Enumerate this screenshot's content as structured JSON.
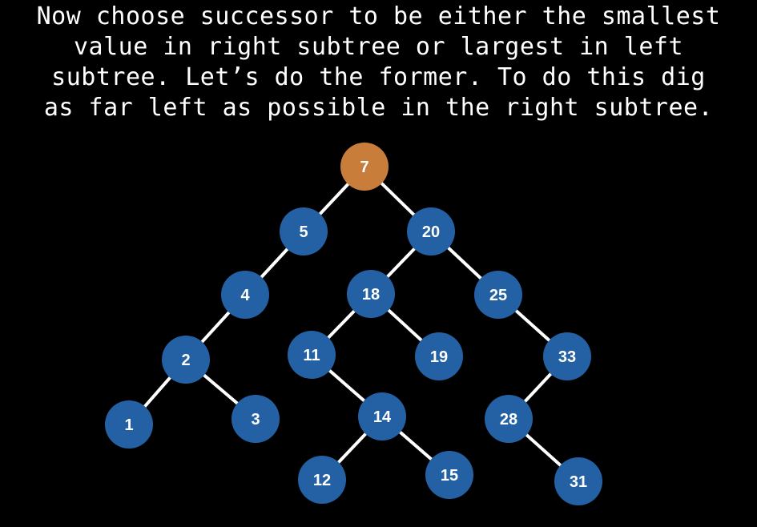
{
  "caption": {
    "lines": [
      "Now choose successor to be either the smallest",
      "value in right subtree or largest in left",
      "subtree. Let’s do the former. To do this dig",
      "as far left as possible in the right subtree."
    ]
  },
  "colors": {
    "background": "#000000",
    "node_default": "#2461a4",
    "node_highlight": "#c87d3b",
    "edge": "#ffffff",
    "text": "#ffffff"
  },
  "tree": {
    "highlighted": "7",
    "nodes": [
      "7",
      "5",
      "20",
      "4",
      "18",
      "25",
      "2",
      "11",
      "19",
      "33",
      "1",
      "3",
      "14",
      "28",
      "12",
      "15",
      "31"
    ],
    "edges": [
      [
        "7",
        "5"
      ],
      [
        "7",
        "20"
      ],
      [
        "5",
        "4"
      ],
      [
        "4",
        "2"
      ],
      [
        "2",
        "1"
      ],
      [
        "2",
        "3"
      ],
      [
        "20",
        "18"
      ],
      [
        "20",
        "25"
      ],
      [
        "18",
        "11"
      ],
      [
        "18",
        "19"
      ],
      [
        "11",
        "14"
      ],
      [
        "14",
        "12"
      ],
      [
        "14",
        "15"
      ],
      [
        "25",
        "33"
      ],
      [
        "33",
        "28"
      ],
      [
        "28",
        "31"
      ]
    ]
  }
}
